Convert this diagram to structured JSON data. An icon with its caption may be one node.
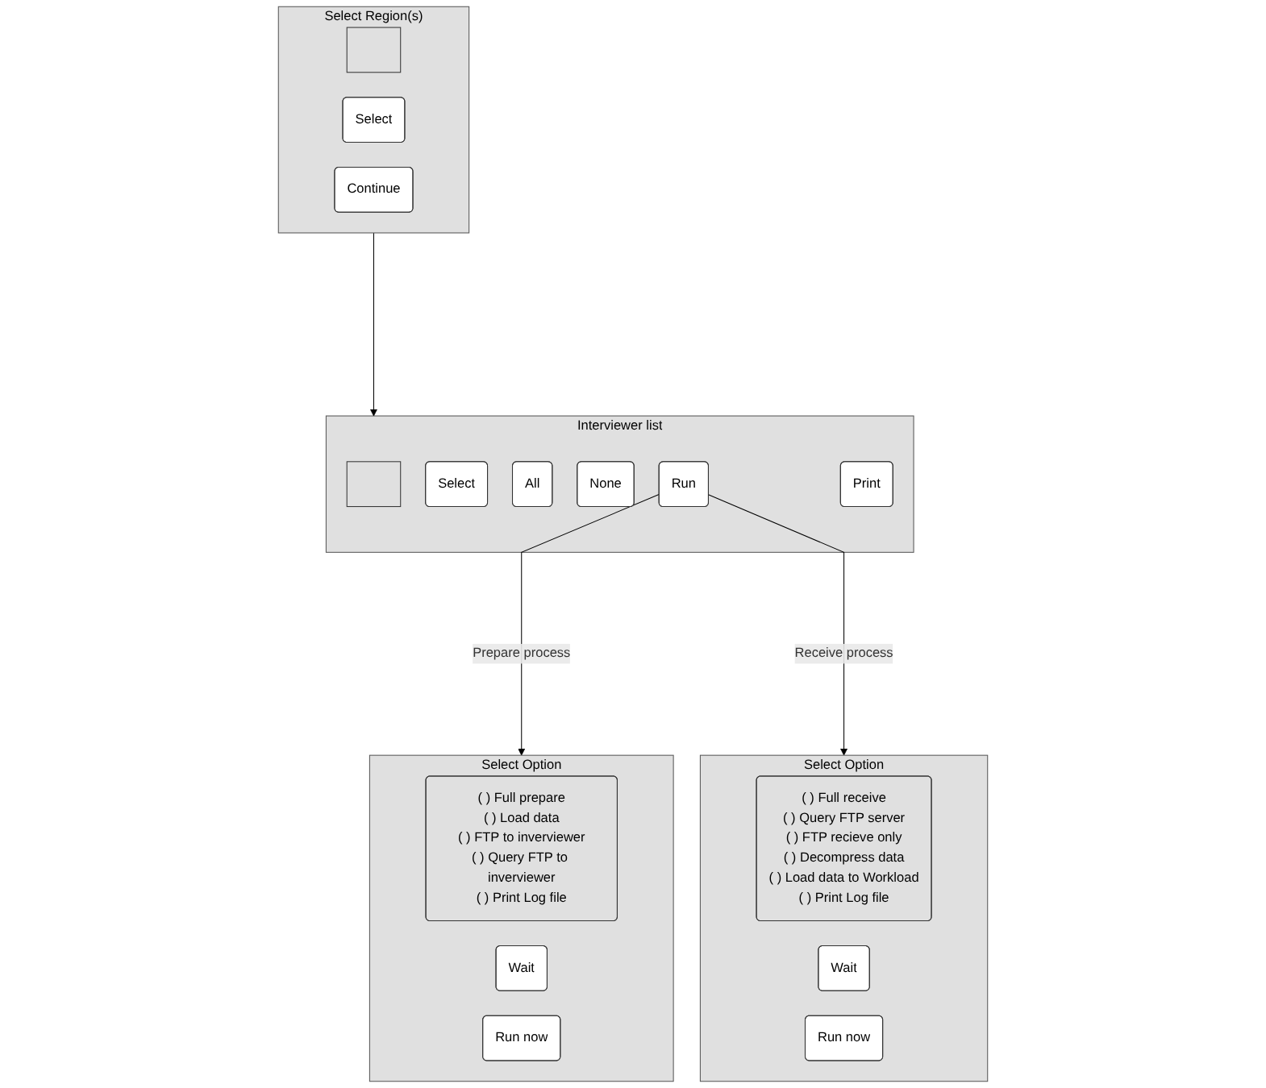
{
  "diagram": {
    "nodes": [
      {
        "text": [
          "Select Region(s)"
        ]
      },
      {
        "text": [],
        "shape": "box",
        "in": 0
      },
      {
        "text": [
          "Select"
        ],
        "in": 0
      },
      {
        "text": [
          "Continue"
        ],
        "in": 0
      },
      {
        "text": [
          "Interviewer list"
        ]
      },
      {
        "text": [],
        "shape": "box",
        "in": 4
      },
      {
        "text": [
          "Select"
        ],
        "in": 4
      },
      {
        "text": [
          "All"
        ],
        "in": 4
      },
      {
        "text": [
          "None"
        ],
        "in": 4
      },
      {
        "text": [
          "Run"
        ],
        "in": 4
      },
      {
        "text": [
          "Print"
        ],
        "in": 4
      },
      {
        "text": [
          "Select Option"
        ]
      },
      {
        "text": [
          "( ) Full prepare",
          "( ) Load data",
          "( ) FTP to inverviewer",
          "( ) Query FTP to inverviewer",
          "( ) Print Log file"
        ],
        "in": 11
      },
      {
        "text": [
          "Wait"
        ],
        "in": 11
      },
      {
        "text": [
          "Run now"
        ],
        "in": 11
      },
      {
        "text": [
          "Select Option"
        ]
      },
      {
        "text": [
          "( ) Full receive",
          "( ) Query FTP server",
          "( ) FTP recieve only",
          "( ) Decompress data",
          "( ) Load data to Workload",
          "( ) Print Log file"
        ],
        "in": 15
      },
      {
        "text": [
          "Wait"
        ],
        "in": 15
      },
      {
        "text": [
          "Run now"
        ],
        "in": 15
      }
    ],
    "edges": [
      {
        "from": 0,
        "to": 4,
        "arrow": "to"
      },
      {
        "from": 9,
        "to": 11,
        "label": "Prepare process",
        "arrow": "to"
      },
      {
        "from": 9,
        "to": 15,
        "label": "Receive process",
        "arrow": "to"
      }
    ]
  }
}
